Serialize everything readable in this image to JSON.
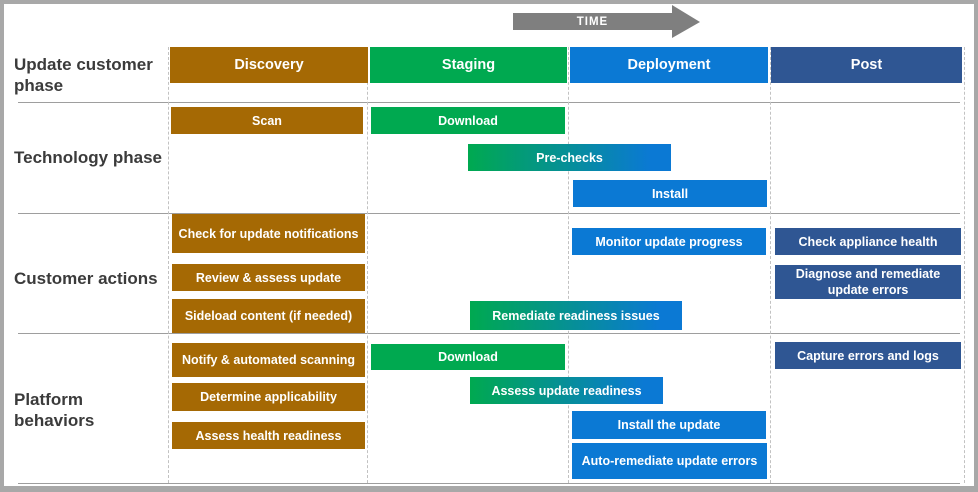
{
  "time_arrow": {
    "label": "TIME"
  },
  "palette": {
    "discovery_brown": "#A56904",
    "staging_green": "#00A950",
    "deployment_blue": "#0B79D4",
    "post_navy": "#2F5693",
    "gradient_start": "#00A950",
    "gradient_end": "#0B79D4",
    "arrow_gray": "#7F7F7F",
    "bar_text": "#FFFFFF",
    "row_label_text": "#3B3B3B",
    "separator_line": "#9E9E9E",
    "dashed_guide_line": "#C2C2C2",
    "frame_border": "#A8A8A8"
  },
  "columns": [
    {
      "label": "Discovery",
      "color": "#A56904"
    },
    {
      "label": "Staging",
      "color": "#00A950"
    },
    {
      "label": "Deployment",
      "color": "#0B79D4"
    },
    {
      "label": "Post",
      "color": "#2F5693"
    }
  ],
  "rows": [
    {
      "label": "Update customer phase",
      "bars": []
    },
    {
      "label": "Technology phase",
      "bars": [
        {
          "label": "Scan",
          "color": "#A56904"
        },
        {
          "label": "Download",
          "color": "#00A950"
        },
        {
          "label": "Pre-checks",
          "color": "#00A950 to #0B79D4 gradient"
        },
        {
          "label": "Install",
          "color": "#0B79D4"
        }
      ]
    },
    {
      "label": "Customer actions",
      "bars": [
        {
          "label": "Check for update notifications",
          "color": "#A56904"
        },
        {
          "label": "Review & assess update",
          "color": "#A56904"
        },
        {
          "label": "Sideload content (if needed)",
          "color": "#A56904"
        },
        {
          "label": "Monitor update progress",
          "color": "#0B79D4"
        },
        {
          "label": "Check appliance health",
          "color": "#2F5693"
        },
        {
          "label": "Diagnose and remediate update errors",
          "color": "#2F5693"
        },
        {
          "label": "Remediate readiness issues",
          "color": "#00A950 to #0B79D4 gradient"
        }
      ]
    },
    {
      "label": "Platform behaviors",
      "bars": [
        {
          "label": "Notify & automated scanning",
          "color": "#A56904"
        },
        {
          "label": "Determine applicability",
          "color": "#A56904"
        },
        {
          "label": "Assess health readiness",
          "color": "#A56904"
        },
        {
          "label": "Download",
          "color": "#00A950"
        },
        {
          "label": "Assess update readiness",
          "color": "#00A950 to #0B79D4 gradient"
        },
        {
          "label": "Install the update",
          "color": "#0B79D4"
        },
        {
          "label": "Auto-remediate update errors",
          "color": "#0B79D4"
        },
        {
          "label": "Capture errors and logs",
          "color": "#2F5693"
        }
      ]
    }
  ]
}
